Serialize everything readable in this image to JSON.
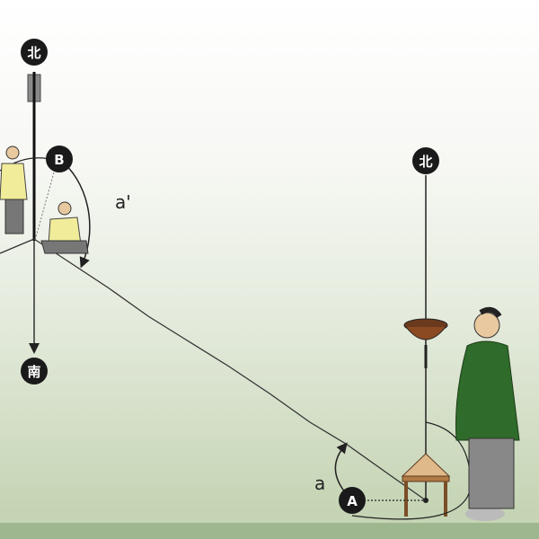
{
  "labels": {
    "north_left": "北",
    "south_left": "南",
    "north_right": "北",
    "point_b": "B",
    "point_a": "A",
    "angle_a_prime": "a'",
    "angle_a": "a"
  },
  "colors": {
    "ground": "#9fb78e",
    "marker_fill": "#1a1a1a",
    "coat_green": "#2f6b2a",
    "shirt_yellow": "#f1ec9a"
  }
}
